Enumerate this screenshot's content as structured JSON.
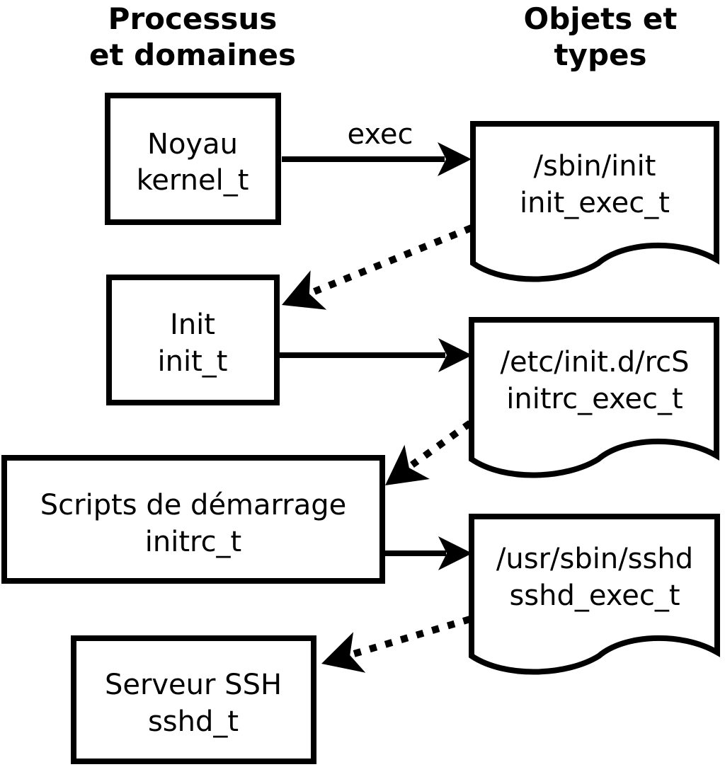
{
  "diagram": {
    "column_headers": {
      "left": {
        "line1": "Processus",
        "line2": "et domaines"
      },
      "right": {
        "line1": "Objets et",
        "line2": "types"
      }
    },
    "exec_label": "exec",
    "processes": [
      {
        "name": "Noyau",
        "domain": "kernel_t"
      },
      {
        "name": "Init",
        "domain": "init_t"
      },
      {
        "name": "Scripts de démarrage",
        "domain": "initrc_t"
      },
      {
        "name": "Serveur SSH",
        "domain": "sshd_t"
      }
    ],
    "objects": [
      {
        "path": "/sbin/init",
        "type": "init_exec_t"
      },
      {
        "path": "/etc/init.d/rcS",
        "type": "initrc_exec_t"
      },
      {
        "path": "/usr/sbin/sshd",
        "type": "sshd_exec_t"
      }
    ],
    "colors": {
      "ink": "#000000",
      "background": "#ffffff"
    }
  }
}
